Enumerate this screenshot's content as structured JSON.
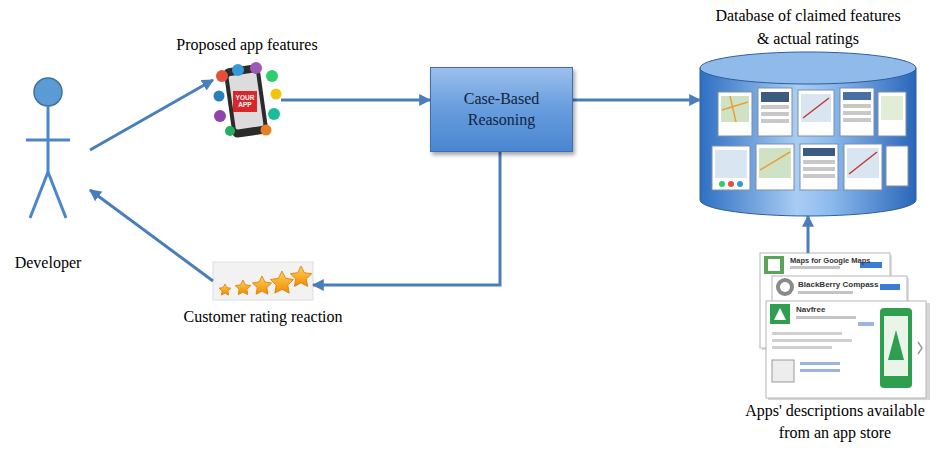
{
  "diagram": {
    "nodes": [
      {
        "text": [
          "Developer"
        ]
      },
      {
        "text": [
          "Proposed app features"
        ]
      },
      {
        "text": [
          "Case-Based Reasoning"
        ]
      },
      {
        "text": [
          "Database of claimed features & actual ratings"
        ]
      },
      {
        "text": [
          "Customer rating reaction"
        ]
      },
      {
        "text": [
          "Apps' descriptions available from an app store"
        ]
      }
    ],
    "edges": [
      {
        "from": 0,
        "to": 1,
        "arrow": "to"
      },
      {
        "from": 1,
        "to": 2,
        "arrow": "to"
      },
      {
        "from": 2,
        "to": 3,
        "arrow": "to"
      },
      {
        "from": 2,
        "to": 4,
        "arrow": "to"
      },
      {
        "from": 4,
        "to": 0,
        "arrow": "to"
      },
      {
        "from": 5,
        "to": 3,
        "arrow": "to"
      }
    ],
    "labels": [
      "YOUR APP",
      "Maps for Google Maps",
      "BlackBerry Compass",
      "Navfree"
    ]
  }
}
